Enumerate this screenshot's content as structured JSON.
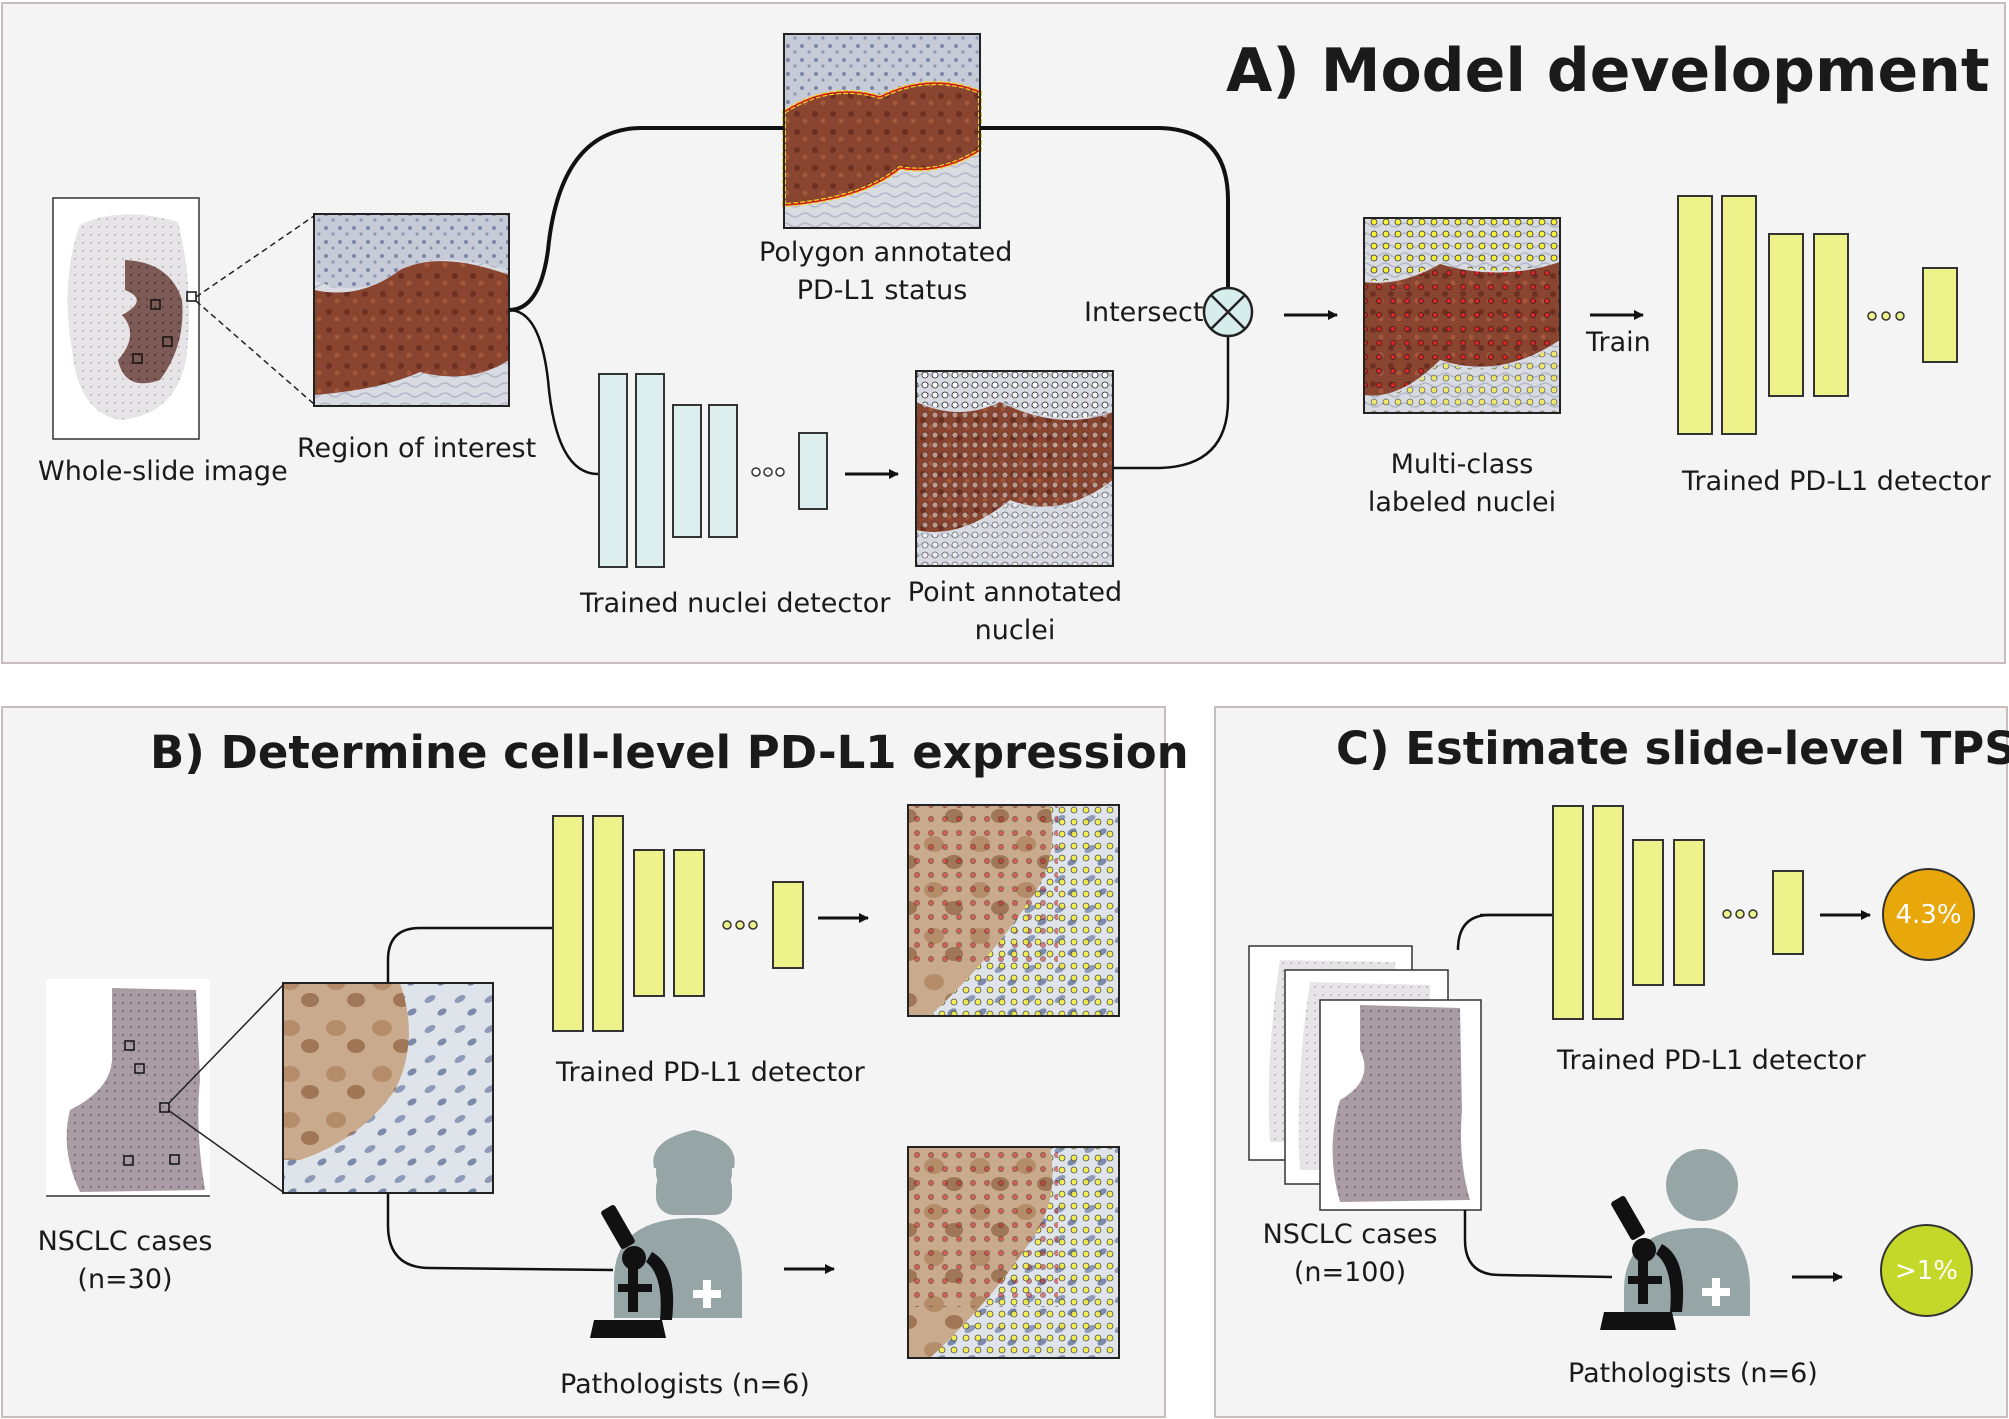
{
  "panels": {
    "a_title": "A) Model development",
    "b_title": "B) Determine cell-level PD-L1 expression",
    "c_title": "C) Estimate slide-level TPS"
  },
  "panel_a": {
    "whole_slide": "Whole-slide image",
    "roi": "Region of interest",
    "polygon_line1": "Polygon annotated",
    "polygon_line2": "PD-L1 status",
    "intersect": "Intersect",
    "multiclass_line1": "Multi-class",
    "multiclass_line2": "labeled nuclei",
    "train": "Train",
    "trained_pdl1": "Trained PD-L1 detector",
    "trained_nuclei": "Trained nuclei detector",
    "point_line1": "Point annotated",
    "point_line2": "nuclei"
  },
  "panel_b": {
    "cases_line1": "NSCLC cases",
    "cases_line2": "(n=30)",
    "trained_pdl1": "Trained PD-L1 detector",
    "pathologists": "Pathologists (n=6)"
  },
  "panel_c": {
    "cases_line1": "NSCLC cases",
    "cases_line2": "(n=100)",
    "trained_pdl1": "Trained PD-L1 detector",
    "pathologists": "Pathologists (n=6)",
    "model_result": "4.3%",
    "pathologist_result": ">1%"
  },
  "colors": {
    "pdl1_detector": "#eef28a",
    "nuclei_detector": "#dcefee",
    "result_model": "#e8a80c",
    "result_pathologist": "#c4d82a",
    "pathologist_icon": "#96a5a6",
    "tissue_brown": "#8a4a32",
    "stroma": "#c9ccd8"
  },
  "icons": [
    "intersect-icon",
    "arrow-icon",
    "microscope-icon",
    "doctor-icon",
    "ellipsis-icon"
  ]
}
